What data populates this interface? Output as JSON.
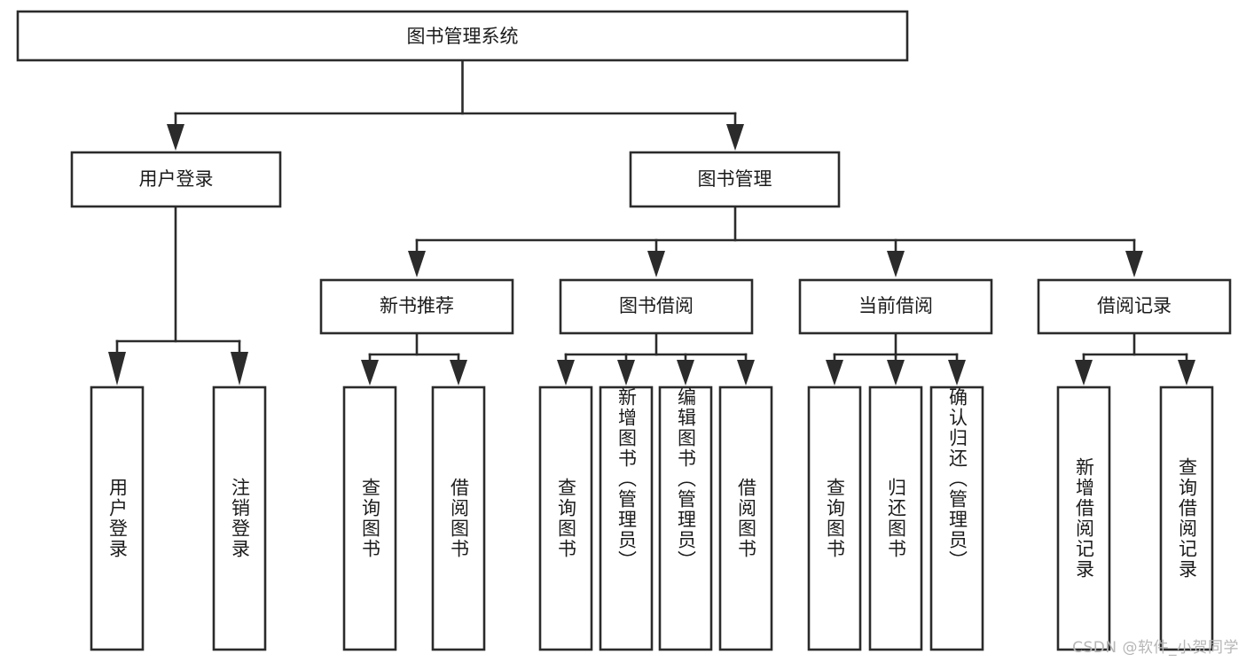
{
  "diagram": {
    "title": "图书管理系统",
    "type": "tree-hierarchy-diagram",
    "colors": {
      "box_stroke": "#2b2b2b",
      "box_fill": "#ffffff",
      "text": "#1b1b1b",
      "background": "#ffffff",
      "watermark": "#b6b6b6"
    },
    "root": {
      "label": "图书管理系统"
    },
    "level2": [
      {
        "label": "用户登录"
      },
      {
        "label": "图书管理"
      }
    ],
    "level3": [
      {
        "label": "新书推荐"
      },
      {
        "label": "图书借阅"
      },
      {
        "label": "当前借阅"
      },
      {
        "label": "借阅记录"
      }
    ],
    "leaves": {
      "user_login": [
        {
          "label": "用户登录"
        },
        {
          "label": "注销登录"
        }
      ],
      "new_book_recommend": [
        {
          "label": "查询图书"
        },
        {
          "label": "借阅图书"
        }
      ],
      "book_borrow": [
        {
          "label": "查询图书"
        },
        {
          "label": "新增图书（管理员）"
        },
        {
          "label": "编辑图书（管理员）"
        },
        {
          "label": "借阅图书"
        }
      ],
      "current_borrow": [
        {
          "label": "查询图书"
        },
        {
          "label": "归还图书"
        },
        {
          "label": "确认归还（管理员）"
        }
      ],
      "borrow_record": [
        {
          "label": "新增借阅记录"
        },
        {
          "label": "查询借阅记录"
        }
      ]
    }
  },
  "watermark": {
    "text": "CSDN @软件_小贺同学"
  }
}
